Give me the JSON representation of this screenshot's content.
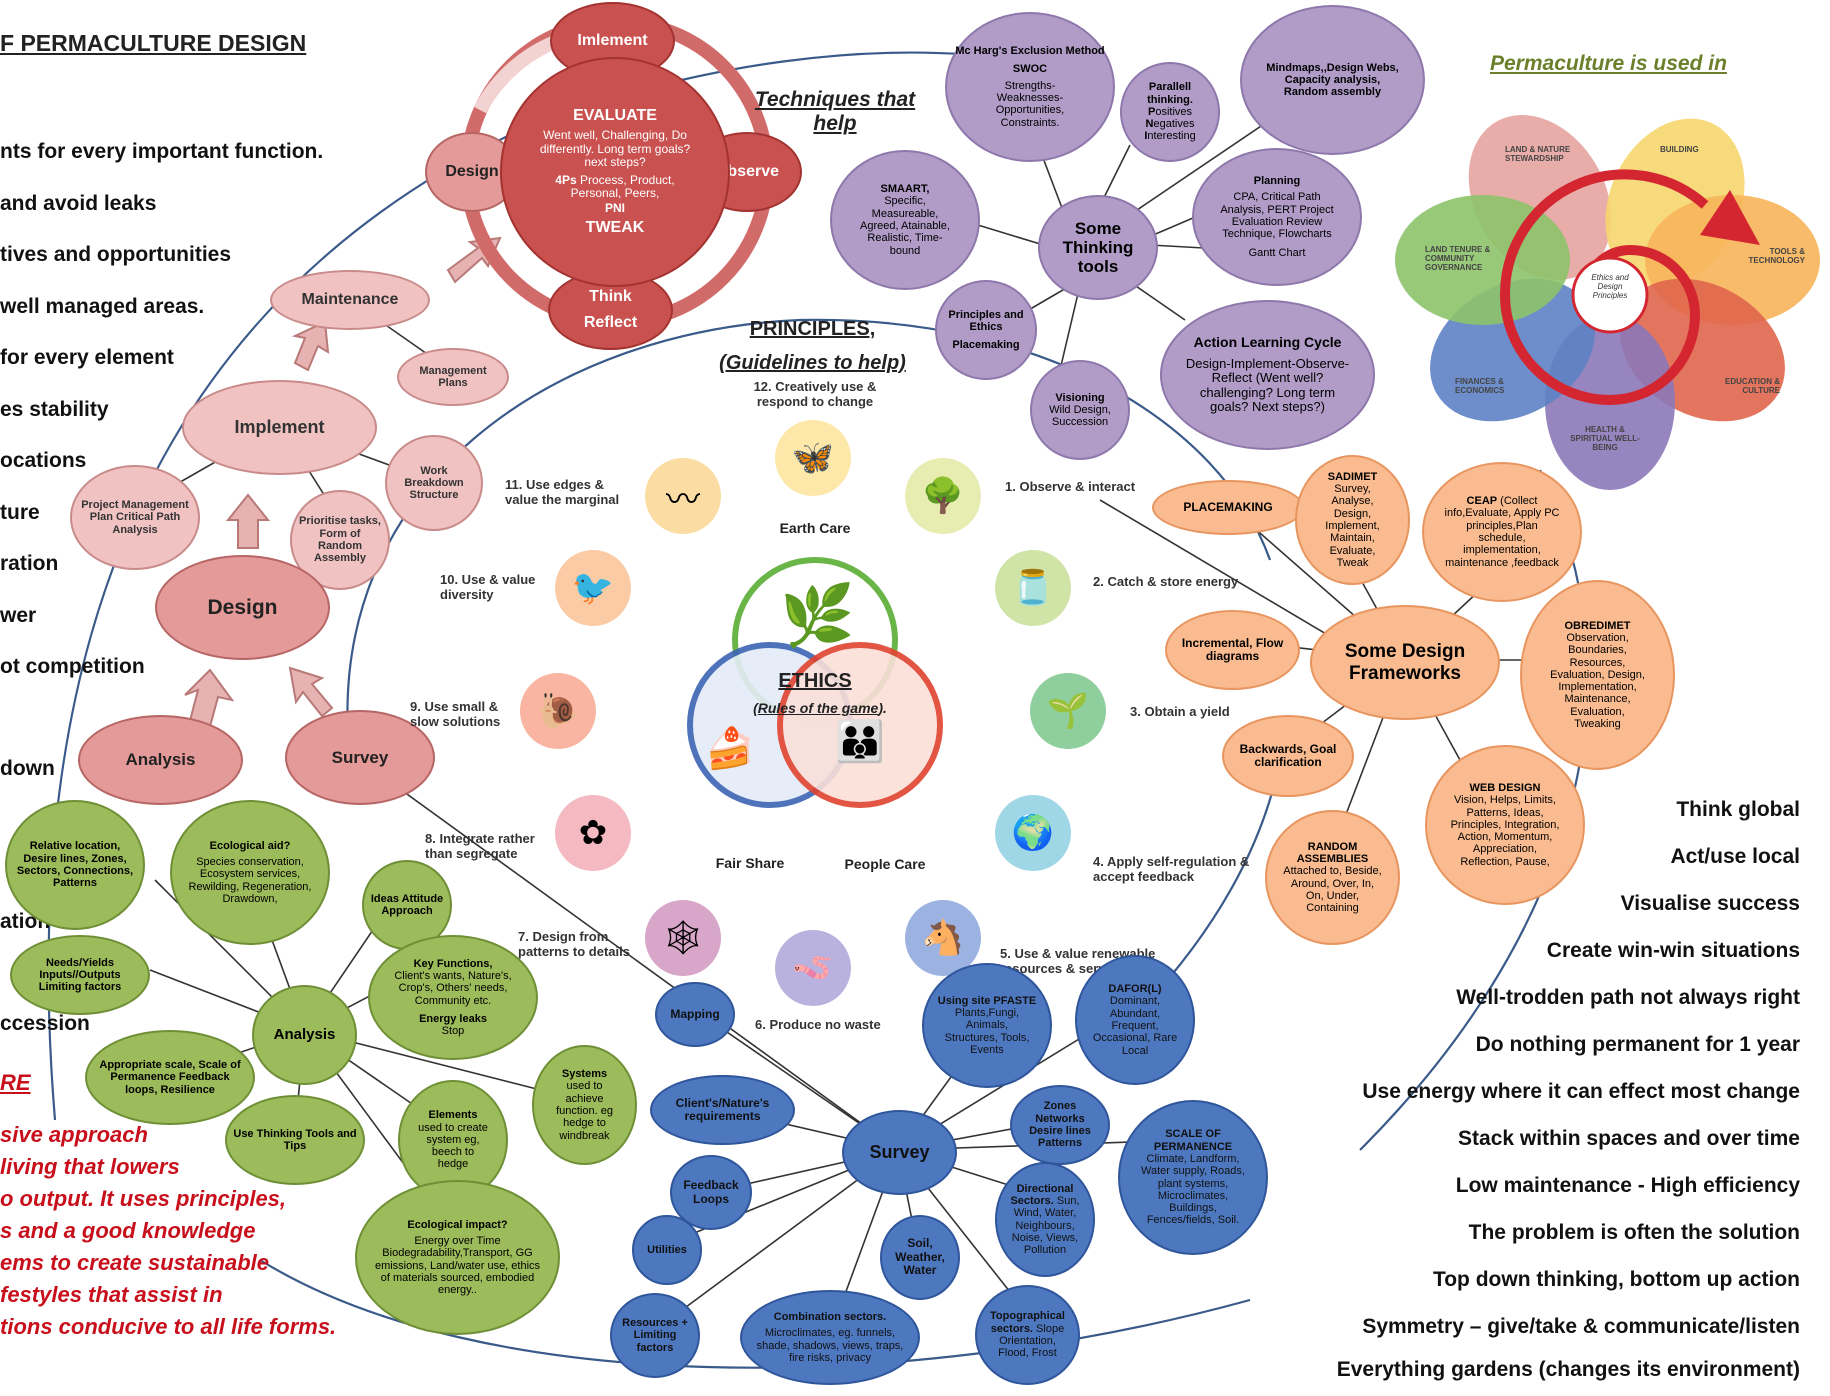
{
  "title": "F PERMACULTURE DESIGN",
  "left_principles": [
    "nts for every important function.",
    "and avoid leaks",
    "tives and opportunities",
    "well managed areas.",
    "for every element",
    "es stability",
    "ocations",
    "ture",
    "ration",
    "wer",
    "ot competition",
    "down",
    "ation",
    "ccession"
  ],
  "left_subtitle": "RE",
  "definition": [
    "sive approach",
    "living that lowers",
    "o output. It uses principles,",
    "s and a good knowledge",
    "ems to create sustainable",
    "festyles that assist in",
    "tions conducive to all life forms."
  ],
  "cycle": {
    "implement": "Imlement",
    "design": "Design",
    "observe": "Observe",
    "think": "Think",
    "reflect": "Reflect",
    "evaluate_title": "EVALUATE",
    "evaluate_text": "Went well, Challenging, Do differently. Long term goals? next steps?",
    "fourps_label": "4Ps",
    "fourps_text": " Process, Product, Personal, Peers,",
    "pni": "PNI",
    "tweak": "TWEAK"
  },
  "flow": {
    "maintenance": "Maintenance",
    "management_plans": "Management Plans",
    "implement": "Implement",
    "project_plan": "Project Management Plan Critical Path Analysis",
    "prioritise": "Prioritise tasks, Form of Random Assembly",
    "work_breakdown": "Work Breakdown Structure",
    "design": "Design",
    "analysis": "Analysis",
    "survey": "Survey"
  },
  "techniques": {
    "title_line1": "Techniques that",
    "title_line2": "help",
    "mcharg_title": "Mc Harg's Exclusion Method",
    "swoc": "SWOC",
    "swoc_text": "Strengths-Weaknesses-Opportunities, Constraints.",
    "parallel_title": "Parallell thinking.",
    "pni_p": "P",
    "pni_p_rest": "ositives",
    "pni_n": "N",
    "pni_n_rest": "egatives",
    "pni_i": "I",
    "pni_i_rest": "nteresting",
    "mindmaps": "Mindmaps,,Design Webs, Capacity analysis, Random assembly",
    "smaart_title": "SMAART,",
    "smaart_text": "Specific, Measureable, Agreed, Atainable, Realistic, Time-bound",
    "thinking_tools": "Some Thinking tools",
    "planning_title": "Planning",
    "planning_text": "CPA, Critical Path Analysis, PERT Project Evaluation Review Technique, Flowcharts",
    "gantt": "Gantt Chart",
    "principles_ethics": "Principles and Ethics",
    "placemaking": "Placemaking",
    "visioning_title": "Visioning",
    "visioning_text": "Wild Design, Succession",
    "alc_title": "Action Learning Cycle",
    "alc_text": "Design-Implement-Observe-Reflect (Went well? challenging? Long term goals? Next steps?)"
  },
  "permaculture_used_in": {
    "title": "Permaculture is used in",
    "center": "Ethics and Design Principles",
    "petals": [
      "LAND & NATURE STEWARDSHIP",
      "BUILDING",
      "TOOLS & TECHNOLOGY",
      "EDUCATION & CULTURE",
      "HEALTH & SPIRITUAL WELL-BEING",
      "FINANCES & ECONOMICS",
      "LAND TENURE & COMMUNITY GOVERNANCE"
    ],
    "colors": [
      "#e7a4a0",
      "#f6d66e",
      "#f7b45a",
      "#e0664c",
      "#8b78b8",
      "#5d82c4",
      "#8cc36a"
    ]
  },
  "principles": {
    "title": "PRINCIPLES,",
    "subtitle": "(Guidelines to help)",
    "earth_care": "Earth Care",
    "fair_share": "Fair Share",
    "people_care": "People Care",
    "ethics": "ETHICS",
    "rules": "Rules of the game",
    "items": [
      "1. Observe & interact",
      "2. Catch & store energy",
      "3. Obtain a yield",
      "4.  Apply self-regulation & accept feedback",
      "5. Use & value renewable resources & services",
      "6. Produce no waste",
      "7. Design from patterns to details",
      "8. Integrate rather than segregate",
      "9. Use small & slow solutions",
      "10. Use & value diversity",
      "11. Use edges & value the marginal",
      "12. Creatively use & respond to change"
    ]
  },
  "frameworks": {
    "center": "Some Design Frameworks",
    "placemaking": "PLACEMAKING",
    "sadimet_title": "SADIMET",
    "sadimet_text": "Survey, Analyse, Design, Implement, Maintain, Evaluate, Tweak",
    "ceap_title": "CEAP",
    "ceap_text": " (Collect info,Evaluate, Apply PC principles,Plan schedule, implementation, maintenance ,feedback",
    "incremental": "Incremental, Flow diagrams",
    "obredimet_title": "OBREDIMET",
    "obredimet_text": "Observation, Boundaries, Resources, Evaluation, Design, Implementation, Maintenance, Evaluation, Tweaking",
    "backwards": "Backwards, Goal clarification",
    "web_title": "WEB DESIGN",
    "web_text": "Vision, Helps, Limits, Patterns, Ideas, Principles, Integration, Action, Momentum, Appreciation, Reflection, Pause,",
    "random_title": "RANDOM ASSEMBLIES",
    "random_text": "Attached to, Beside, Around, Over, In, On, Under, Containing"
  },
  "analysis_tree": {
    "center": "Analysis",
    "relative": "Relative location, Desire lines, Zones, Sectors, Connections, Patterns",
    "eco_aid_title": "Ecological aid?",
    "eco_aid_text": "Species conservation, Ecosystem services, Rewilding, Regeneration, Drawdown,",
    "ideas": "Ideas Attitude Approach",
    "needs": "Needs/Yields Inputs//Outputs Limiting factors",
    "key_title": "Key Functions,",
    "key_text": "Client's wants, Nature's, Crop's, Others' needs, Community etc.",
    "energy_title": "Energy leaks",
    "energy_text": "Stop",
    "scale": "Appropriate scale, Scale of Permanence Feedback loops, Resilience",
    "thinking": "Use Thinking Tools and Tips",
    "elements_title": "Elements",
    "elements_text": "used to create system eg, beech to hedge",
    "systems_title": "Systems",
    "systems_text": "used to achieve function. eg hedge to windbreak",
    "eco_impact_title": "Ecological impact?",
    "eco_impact_text": "Energy over Time Biodegradability,Transport, GG emissions, Land/water use, ethics of materials sourced, embodied energy.."
  },
  "survey_tree": {
    "center": "Survey",
    "mapping": "Mapping",
    "pfaste_title": "Using site PFASTE",
    "pfaste_text": "Plants,Fungi, Animals, Structures, Tools, Events",
    "dafor_title": "DAFOR(L)",
    "dafor_text": "Dominant, Abundant, Frequent, Occasional, Rare Local",
    "clients": "Client's/Nature's requirements",
    "zones": "Zones Networks Desire lines Patterns",
    "scale_title": "SCALE OF PERMANENCE",
    "scale_text": "Climate, Landform, Water supply, Roads, plant systems, Microclimates, Buildings, Fences/fields, Soil.",
    "feedback": "Feedback Loops",
    "directional_title": "Directional Sectors.",
    "directional_text": " Sun, Wind, Water, Neighbours, Noise, Views, Pollution",
    "utilities": "Utilities",
    "soil": "Soil, Weather, Water",
    "resources": "Resources + Limiting factors",
    "combination_title": "Combination sectors.",
    "combination_text": "Microclimates, eg. funnels, shade, shadows, views, traps, fire risks, privacy",
    "topo_title": "Topographical sectors.",
    "topo_text": " Slope Orientation, Flood, Frost"
  },
  "attitudes": [
    "Think global",
    "Act/use local",
    "Visualise success",
    "Create win-win situations",
    "Well-trodden path not always right",
    "Do nothing permanent for 1 year",
    "Use energy where it can effect most change",
    "Stack within spaces and over time",
    "Low maintenance - High efficiency",
    "The problem is often the solution",
    "Top down thinking, bottom up action",
    "Symmetry – give/take  & communicate/listen",
    "Everything gardens (changes its environment)"
  ]
}
